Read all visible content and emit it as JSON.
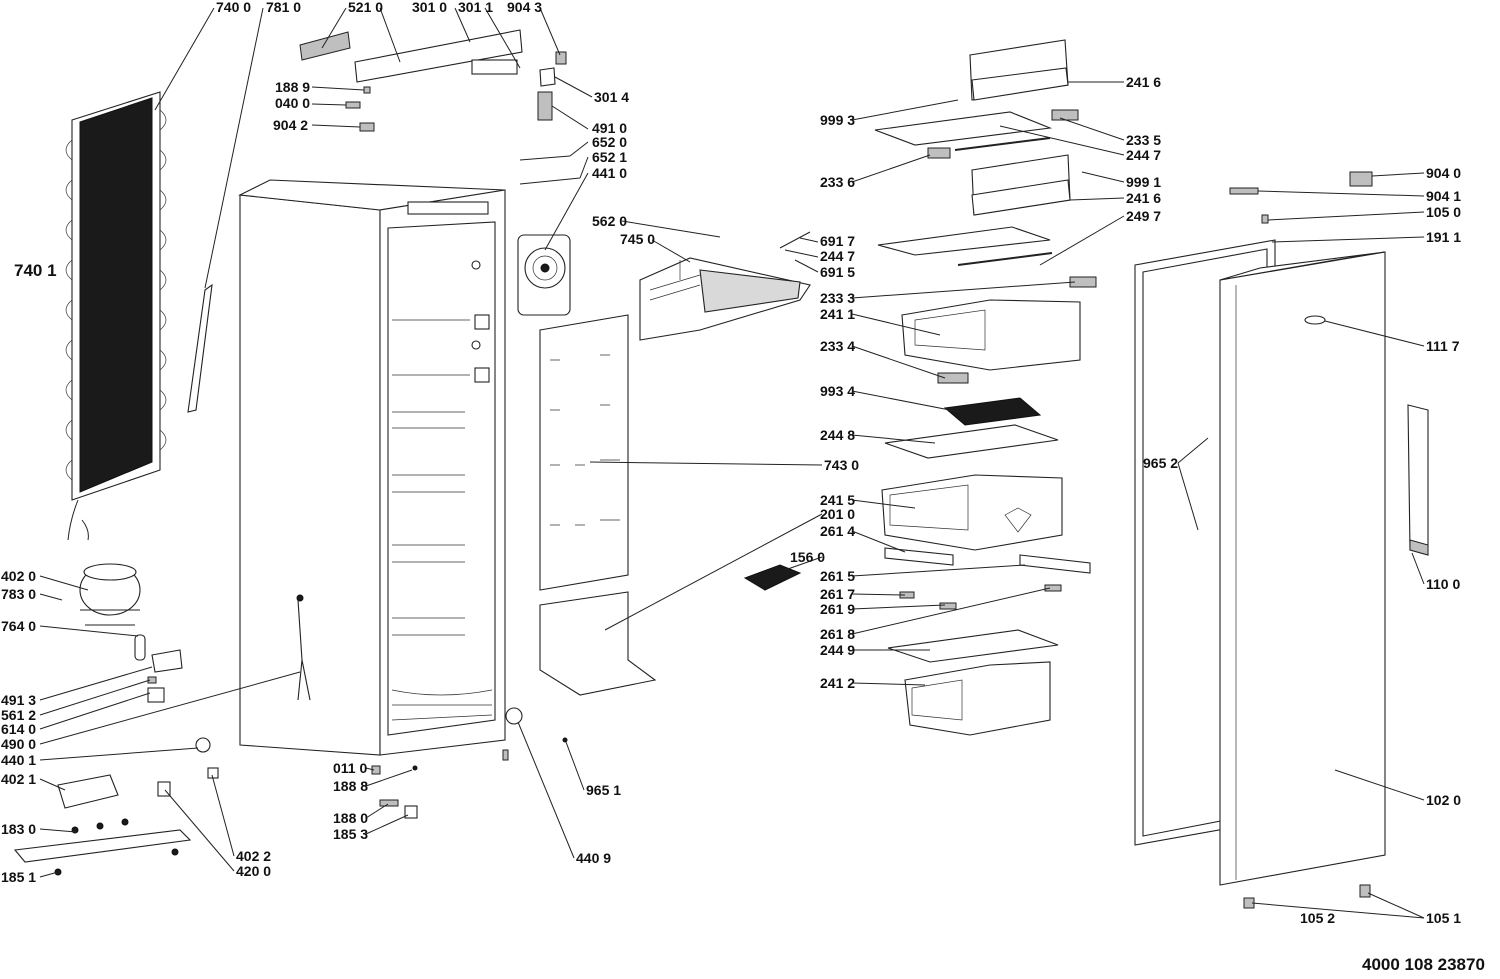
{
  "labels": {
    "l_7400": "740 0",
    "l_7810": "781 0",
    "l_5210": "521 0",
    "l_3010": "301 0",
    "l_3011": "301 1",
    "l_9043": "904 3",
    "l_1889": "188 9",
    "l_0400": "040 0",
    "l_9042": "904 2",
    "l_3014": "301 4",
    "l_4910": "491 0",
    "l_6520": "652 0",
    "l_6521": "652 1",
    "l_4410": "441 0",
    "l_7401": "740 1",
    "l_5620": "562 0",
    "l_7450": "745 0",
    "l_6917": "691 7",
    "l_2447a": "244 7",
    "l_6915": "691 5",
    "l_2416a": "241 6",
    "l_9993": "999 3",
    "l_2335": "233 5",
    "l_2447b": "244 7",
    "l_2336": "233 6",
    "l_9991": "999 1",
    "l_2416b": "241 6",
    "l_2497": "249 7",
    "l_2333": "233 3",
    "l_2411": "241 1",
    "l_2334": "233 4",
    "l_9934": "993 4",
    "l_2448": "244 8",
    "l_7430": "743 0",
    "l_2415": "241 5",
    "l_2010": "201 0",
    "l_2614": "261 4",
    "l_1560": "156 0",
    "l_2615": "261 5",
    "l_2617": "261 7",
    "l_2619": "261 9",
    "l_2618": "261 8",
    "l_2449": "244 9",
    "l_2412": "241 2",
    "l_9040": "904 0",
    "l_9041": "904 1",
    "l_1050": "105 0",
    "l_1911": "191 1",
    "l_1117": "111 7",
    "l_9652": "965 2",
    "l_1100": "110 0",
    "l_1020": "102 0",
    "l_1052": "105 2",
    "l_1051": "105 1",
    "l_4020": "402 0",
    "l_7830": "783 0",
    "l_7640": "764 0",
    "l_4913": "491 3",
    "l_5612": "561 2",
    "l_6140": "614 0",
    "l_4900": "490 0",
    "l_4401": "440 1",
    "l_4021": "402 1",
    "l_1830": "183 0",
    "l_1851": "185 1",
    "l_4022": "402 2",
    "l_4200": "420 0",
    "l_0110": "011 0",
    "l_1888": "188 8",
    "l_1880": "188 0",
    "l_1853": "185 3",
    "l_4409": "440 9",
    "l_9651": "965 1"
  },
  "drawing_number": "4000 108 23870"
}
